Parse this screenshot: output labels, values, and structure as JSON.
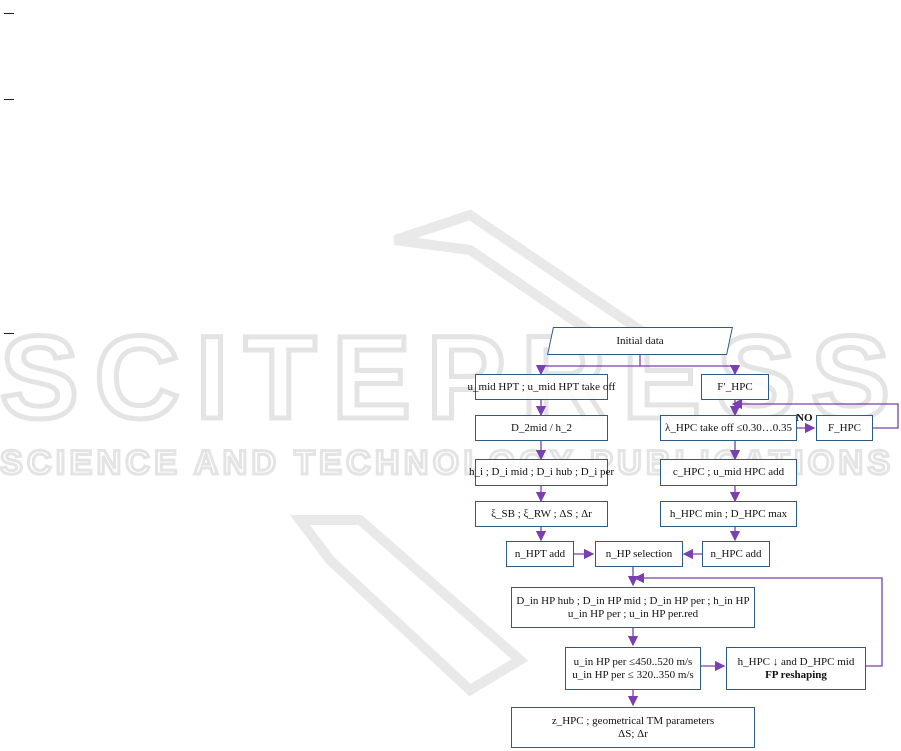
{
  "diagram": {
    "start": "Initial data",
    "left_branch": [
      "u_mid HPT ; u_mid HPT take off",
      "D_2mid / h_2",
      "h_i ; D_i mid ; D_i hub ; D_i per",
      "ξ_SB ; ξ_RW ; ΔS ; Δr",
      "n_HPT add"
    ],
    "right_branch": [
      "F′_HPC",
      "λ_HPC take off ≤0.30…0.35",
      "c_HPC ; u_mid HPC add",
      "h_HPC min ; D_HPC max",
      "n_HPC add"
    ],
    "side_box": "F_HPC",
    "no_label": "NO",
    "selection": "n_HP selection",
    "inlet_params": {
      "line1": "D_in HP hub ; D_in HP mid ; D_in HP per ; h_in HP",
      "line2": "u_in HP per ; u_in HP per.red"
    },
    "check": {
      "line1": "u_in HP per ≤450..520 m/s",
      "line2": "u_in HP per ≤ 320..350 m/s"
    },
    "reshape": {
      "line1": "h_HPC ↓ and D_HPC mid",
      "line2": "FP reshaping"
    },
    "result": {
      "line1": "z_HPC ; geometrical TM parameters",
      "line2": "ΔS; Δr"
    }
  }
}
